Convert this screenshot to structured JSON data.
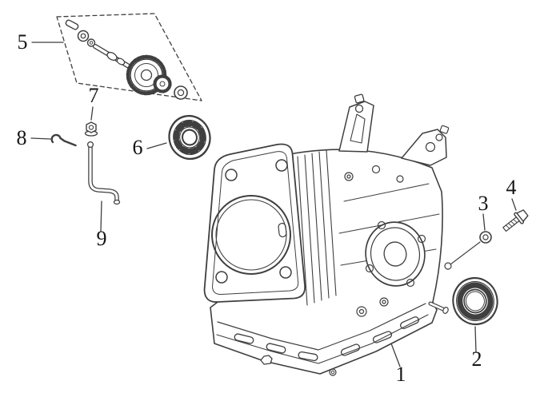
{
  "figure": {
    "type": "exploded-parts-diagram",
    "subject": "engine crankcase assembly"
  },
  "colors": {
    "line": "#3f3f3f",
    "background": "#ffffff",
    "label_text": "#161616"
  },
  "callouts": [
    {
      "text": "1",
      "part": "crankcase"
    },
    {
      "text": "2",
      "part": "oil-seal"
    },
    {
      "text": "3",
      "part": "sealing-washer"
    },
    {
      "text": "4",
      "part": "flange-bolt"
    },
    {
      "text": "5",
      "part": "camshaft-assembly"
    },
    {
      "text": "6",
      "part": "ball-bearing"
    },
    {
      "text": "7",
      "part": "nut"
    },
    {
      "text": "8",
      "part": "clip"
    },
    {
      "text": "9",
      "part": "breather-tube"
    }
  ]
}
